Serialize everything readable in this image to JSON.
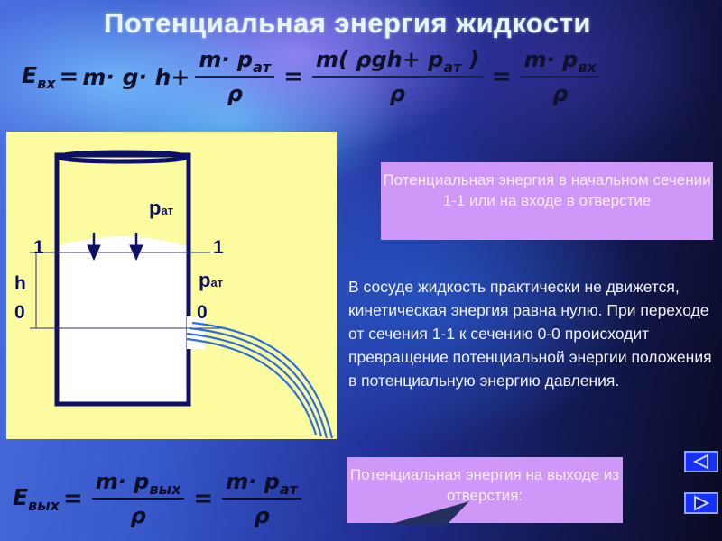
{
  "title": "Потенциальная энергия жидкости",
  "formula_top": {
    "lhs": "E",
    "lhs_sub": "вх",
    "eq": "=",
    "term1": "m· g· h+",
    "frac1": {
      "num": "m· p",
      "num_sub": "ат",
      "den": "ρ"
    },
    "frac2": {
      "num": "m( ρgh+ p",
      "num_sub": "ат",
      "num_tail": " )",
      "den": "ρ"
    },
    "frac3": {
      "num": "m· p",
      "num_sub": "вх",
      "den": "ρ"
    }
  },
  "formula_bottom": {
    "lhs": "E",
    "lhs_sub": "вых",
    "eq": "=",
    "frac1": {
      "num": "m· p",
      "num_sub": "вых",
      "den": "ρ"
    },
    "frac2": {
      "num": "m· p",
      "num_sub": "ат",
      "den": "ρ"
    }
  },
  "diagram": {
    "label_p_top": "p",
    "label_p_top_sub": "ат",
    "label_p_side": "p",
    "label_p_side_sub": "ат",
    "section1_left": "1",
    "section1_right": "1",
    "section0_left": "0",
    "section0_right": "0",
    "height_label": "h",
    "colors": {
      "panel": "#fdfba0",
      "vessel": "#0d1166",
      "liquid": "#ffffff",
      "jet": "#2a6fe0"
    }
  },
  "callout_top": "Потенциальная энергия  в начальном сечении 1-1 или на входе в отверстие",
  "description": "В сосуде жидкость практически не движется, кинетическая энергия равна нулю. При переходе от сечения 1-1 к сечению 0-0 происходит превращение потенциальной энергии положения в потенциальную энергию давления.",
  "callout_bottom": "Потенциальная энергия  на выходе из отверстия:",
  "nav": {
    "prev": "◁",
    "next": "▷"
  },
  "colors": {
    "callout": "#cf97f7",
    "nav_button": "#1630ff"
  }
}
